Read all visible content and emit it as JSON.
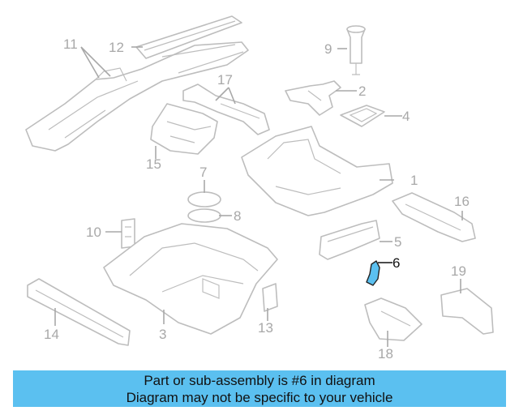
{
  "diagram": {
    "highlight_color": "#5bc0f0",
    "callouts": {
      "c1": "1",
      "c2": "2",
      "c3": "3",
      "c4": "4",
      "c5": "5",
      "c6": "6",
      "c7": "7",
      "c8": "8",
      "c9": "9",
      "c10": "10",
      "c11": "11",
      "c12": "12",
      "c13": "13",
      "c14": "14",
      "c15": "15",
      "c16": "16",
      "c17": "17",
      "c18": "18",
      "c19": "19"
    },
    "highlighted_part": "6"
  },
  "caption": {
    "line1": "Part or sub-assembly is #6 in diagram",
    "line2": "Diagram may not be specific to your vehicle",
    "background": "#5bc0f0"
  }
}
